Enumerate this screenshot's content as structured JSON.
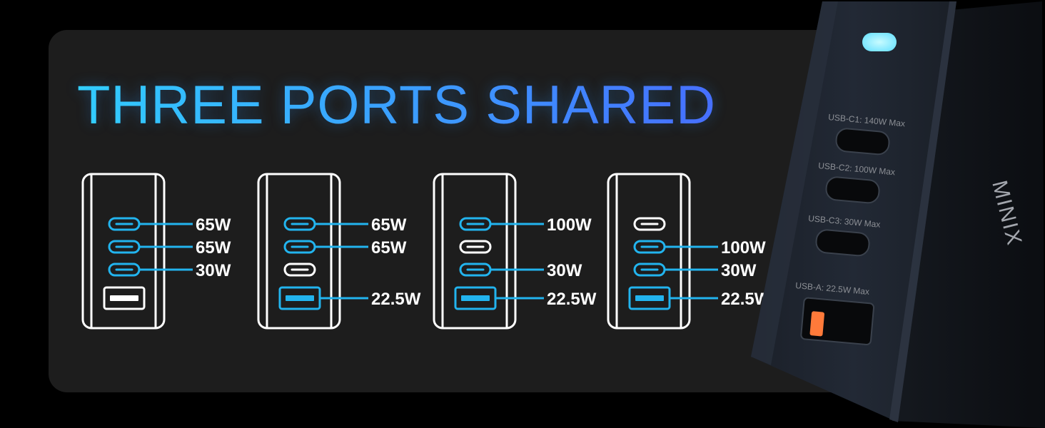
{
  "title": "THREE PORTS SHARED",
  "configs": [
    {
      "ports": [
        {
          "type": "c",
          "active": true,
          "label": "65W"
        },
        {
          "type": "c",
          "active": true,
          "label": "65W"
        },
        {
          "type": "c",
          "active": true,
          "label": "30W"
        },
        {
          "type": "a",
          "active": false,
          "label": ""
        }
      ]
    },
    {
      "ports": [
        {
          "type": "c",
          "active": true,
          "label": "65W"
        },
        {
          "type": "c",
          "active": true,
          "label": "65W"
        },
        {
          "type": "c",
          "active": false,
          "label": ""
        },
        {
          "type": "a",
          "active": true,
          "label": "22.5W"
        }
      ]
    },
    {
      "ports": [
        {
          "type": "c",
          "active": true,
          "label": "100W"
        },
        {
          "type": "c",
          "active": false,
          "label": ""
        },
        {
          "type": "c",
          "active": true,
          "label": "30W"
        },
        {
          "type": "a",
          "active": true,
          "label": "22.5W"
        }
      ]
    },
    {
      "ports": [
        {
          "type": "c",
          "active": false,
          "label": ""
        },
        {
          "type": "c",
          "active": true,
          "label": "100W"
        },
        {
          "type": "c",
          "active": true,
          "label": "30W"
        },
        {
          "type": "a",
          "active": true,
          "label": "22.5W"
        }
      ]
    }
  ],
  "charger": {
    "brand": "MINIX",
    "port_labels": [
      "USB-C1: 140W Max",
      "USB-C2: 100W Max",
      "USB-C3: 30W Max",
      "USB-A: 22.5W Max"
    ]
  },
  "colors": {
    "accent": "#22b4ee",
    "outline": "#ffffff",
    "panel": "#1d1d1d",
    "indicator": "#7fe9ff",
    "usb_a_port": "#ff7a3a"
  }
}
